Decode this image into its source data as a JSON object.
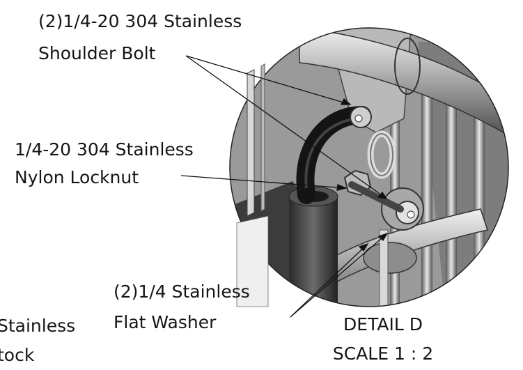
{
  "labels": {
    "shoulder_bolt_line1": "(2)1/4-20 304 Stainless",
    "shoulder_bolt_line2": "Shoulder Bolt",
    "locknut_line1": "1/4-20 304 Stainless",
    "locknut_line2": "Nylon Locknut",
    "washer_line1": "(2)1/4 Stainless",
    "washer_line2": "Flat Washer",
    "cut_left_line1": "Stainless",
    "cut_left_line2": "tock",
    "detail_title": "DETAIL D",
    "detail_scale": "SCALE 1 : 2"
  }
}
